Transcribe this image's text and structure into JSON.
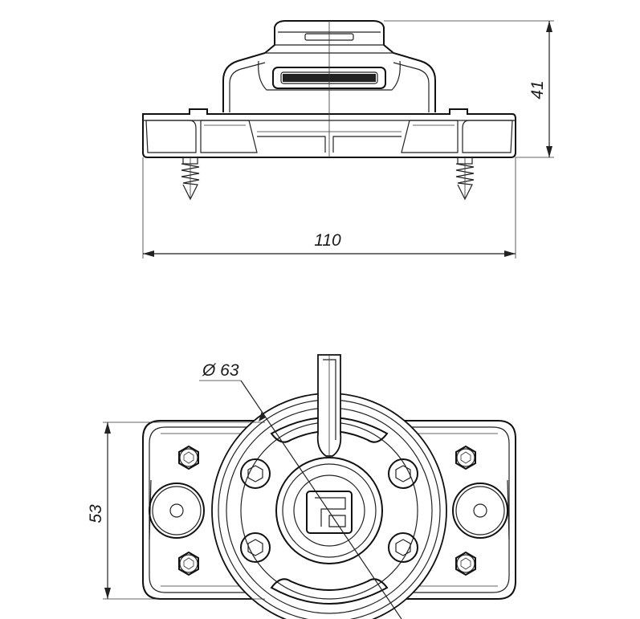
{
  "dimensions": {
    "height": "41",
    "width": "110",
    "diameter": "Ø 63",
    "depth": "53"
  }
}
